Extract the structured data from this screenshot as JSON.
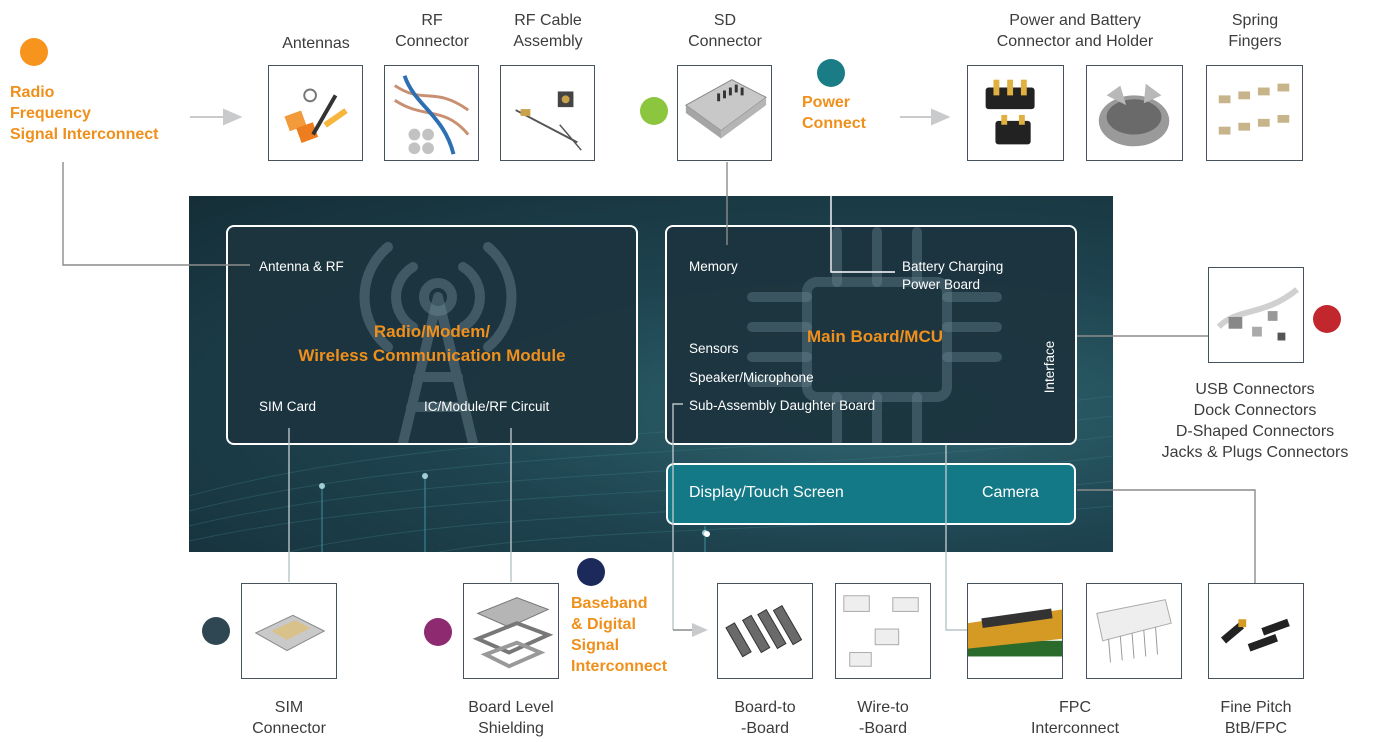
{
  "colors": {
    "orange": "#f7941d",
    "lime": "#8cc63f",
    "teal": "#1a7d85",
    "red": "#c1272d",
    "navy": "#1b2a5a",
    "slate": "#2e4753",
    "purple": "#8e2a6f",
    "accent_text": "#f0901c"
  },
  "categories": {
    "rf": "Radio\nFrequency\nSignal Interconnect",
    "power": "Power\nConnect",
    "baseband": "Baseband\n& Digital\nSignal\nInterconnect"
  },
  "top_products": {
    "antennas": "Antennas",
    "rf_connector": "RF\nConnector",
    "rf_cable": "RF Cable\nAssembly",
    "sd_connector": "SD\nConnector",
    "power_battery": "Power and Battery\nConnector and Holder",
    "spring_fingers": "Spring\nFingers"
  },
  "right_product": "USB Connectors\nDock Connectors\nD-Shaped Connectors\nJacks & Plugs Connectors",
  "bottom_products": {
    "sim": "SIM\nConnector",
    "shielding": "Board Level\nShielding",
    "btb": "Board-to\n-Board",
    "wtb": "Wire-to\n-Board",
    "fpc": "FPC\nInterconnect",
    "fine_pitch": "Fine Pitch\nBtB/FPC"
  },
  "radio_module": {
    "title": "Radio/Modem/\nWireless Communication Module",
    "antenna_rf": "Antenna & RF",
    "sim_card": "SIM Card",
    "ic_module": "IC/Module/RF Circuit"
  },
  "main_board": {
    "title": "Main Board/MCU",
    "memory": "Memory",
    "battery": "Battery Charging\nPower Board",
    "sensors": "Sensors",
    "speaker": "Speaker/Microphone",
    "sub_assembly": "Sub-Assembly Daughter Board",
    "interface": "Interface"
  },
  "display": {
    "label": "Display/Touch Screen",
    "camera": "Camera"
  }
}
